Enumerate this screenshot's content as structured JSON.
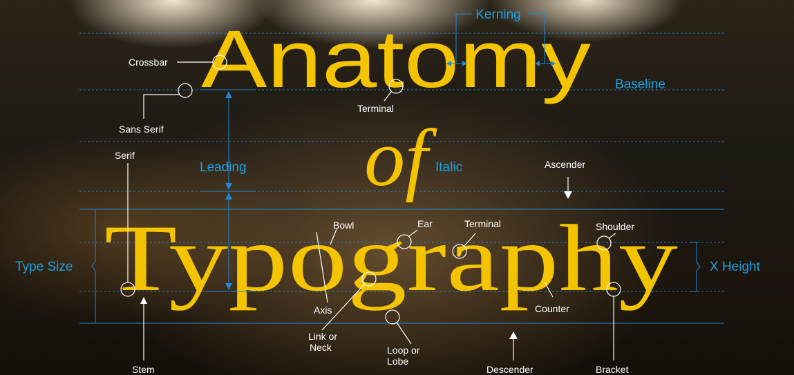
{
  "title": {
    "line1": "Anatomy",
    "line2": "of",
    "line3": "Typography"
  },
  "blue_labels": {
    "kerning": "Kerning",
    "baseline": "Baseline",
    "leading": "Leading",
    "italic": "Italic",
    "type_size": "Type Size",
    "x_height": "X Height"
  },
  "white_labels": {
    "crossbar": "Crossbar",
    "sans_serif": "Sans Serif",
    "terminal_top": "Terminal",
    "serif": "Serif",
    "ascender": "Ascender",
    "bowl": "Bowl",
    "ear": "Ear",
    "terminal_bottom": "Terminal",
    "shoulder": "Shoulder",
    "axis": "Axis",
    "counter": "Counter",
    "stem": "Stem",
    "link_or_neck_1": "Link or",
    "link_or_neck_2": "Neck",
    "loop_or_lobe_1": "Loop or",
    "loop_or_lobe_2": "Lobe",
    "descender": "Descender",
    "bracket": "Bracket"
  },
  "colors": {
    "accent_yellow": "#f5c400",
    "guide_blue": "#1e88d6",
    "label_white": "#ffffff"
  }
}
